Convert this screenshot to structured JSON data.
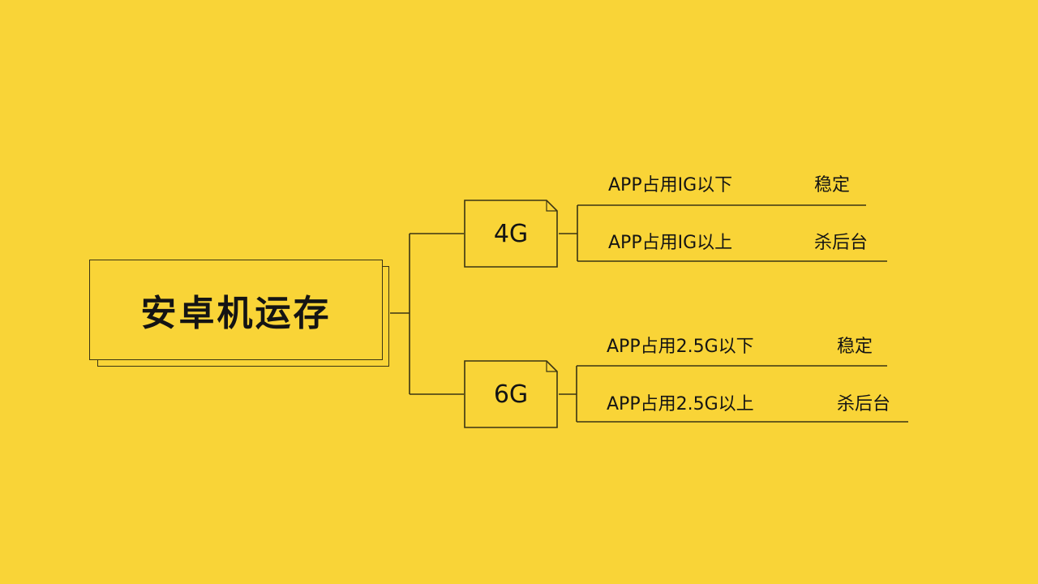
{
  "root": {
    "label": "安卓机运存"
  },
  "branches": [
    {
      "label": "4G",
      "items": [
        {
          "condition": "APP占用IG以下",
          "result": "稳定"
        },
        {
          "condition": "APP占用IG以上",
          "result": "杀后台"
        }
      ]
    },
    {
      "label": "6G",
      "items": [
        {
          "condition": "APP占用2.5G以下",
          "result": "稳定"
        },
        {
          "condition": "APP占用2.5G以上",
          "result": "杀后台"
        }
      ]
    }
  ],
  "colors": {
    "background": "#f9d437",
    "line": "#3a3413",
    "text": "#141414"
  }
}
